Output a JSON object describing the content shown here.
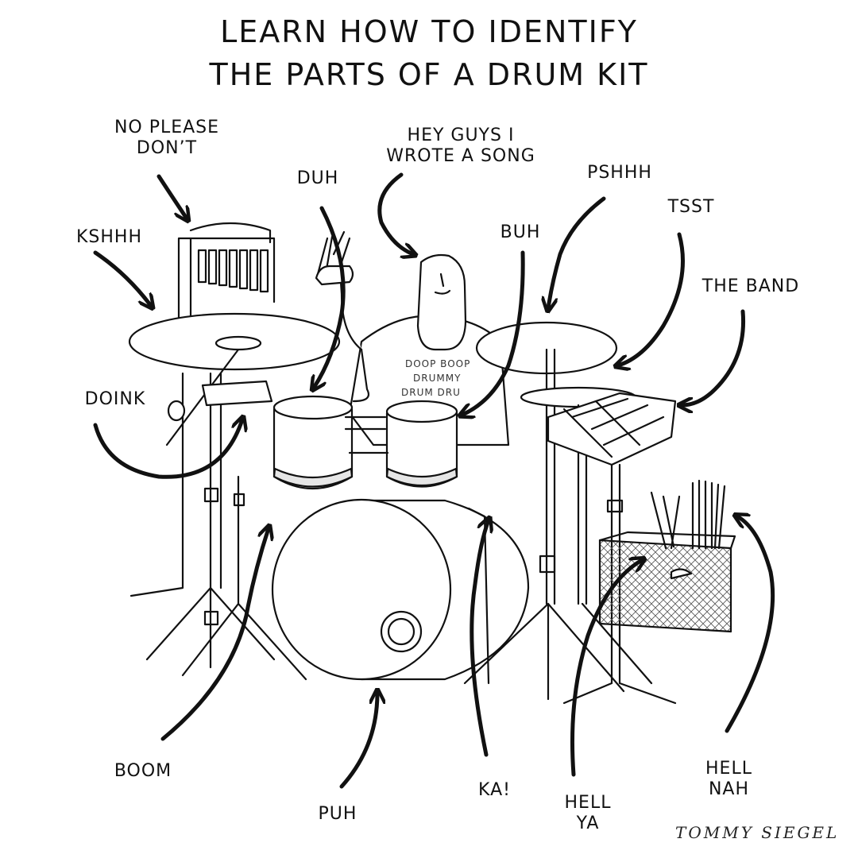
{
  "title": {
    "line1": "LEARN HOW TO IDENTIFY",
    "line2": "THE PARTS OF A DRUM KIT"
  },
  "shirt_text": {
    "line1": "DOOP BOOP",
    "line2": "DRUMMY",
    "line3": "DRUM DRU"
  },
  "labels": {
    "no_please_dont": {
      "line1": "NO PLEASE",
      "line2": "DON’T"
    },
    "hey_guys": {
      "line1": "HEY GUYS I",
      "line2": "WROTE A SONG"
    },
    "duh": "DUH",
    "pshhh": "PSHHH",
    "tsst": "TSST",
    "kshhh": "KSHHH",
    "buh": "BUH",
    "the_band": "THE BAND",
    "doink": "DOINK",
    "boom": "BOOM",
    "puh": "PUH",
    "ka": "KA!",
    "hell_ya": {
      "line1": "HELL",
      "line2": "YA"
    },
    "hell_nah": {
      "line1": "HELL",
      "line2": "NAH"
    }
  },
  "signature": "TOMMY SIEGEL",
  "colors": {
    "ink": "#111111",
    "paper": "#ffffff",
    "shade": "#e6e6e6"
  }
}
